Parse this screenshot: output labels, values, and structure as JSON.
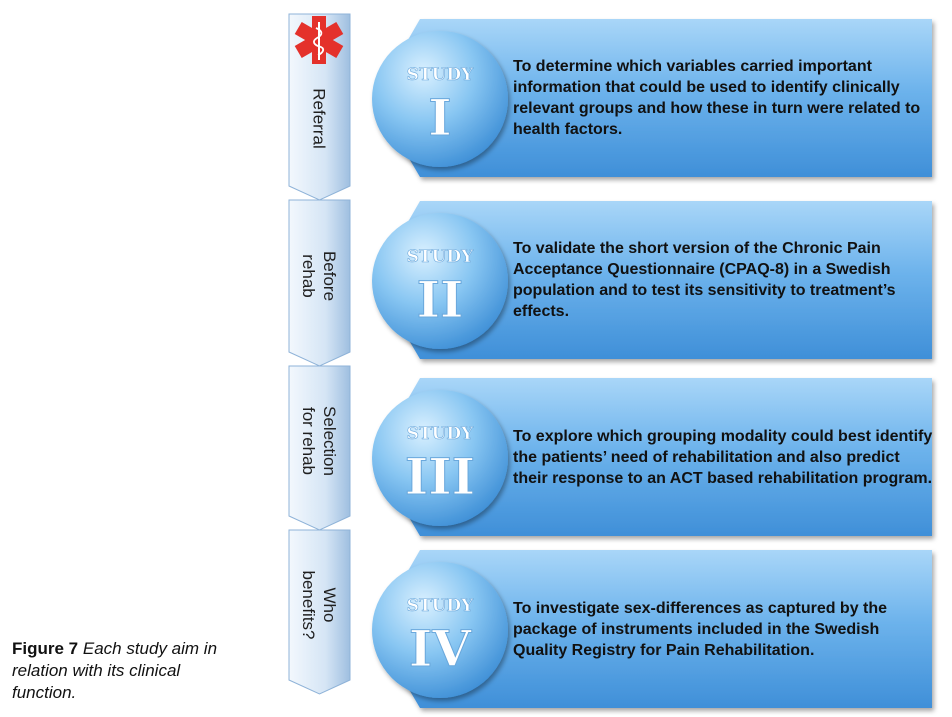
{
  "caption": {
    "figure_label": "Figure 7",
    "text": "Each study aim in relation with its clinical function."
  },
  "tabs": [
    {
      "label_lines": [
        "Referral"
      ]
    },
    {
      "label_lines": [
        "Before",
        "rehab"
      ]
    },
    {
      "label_lines": [
        "Selection",
        "for rehab"
      ]
    },
    {
      "label_lines": [
        "Who",
        "benefits?"
      ]
    }
  ],
  "studies": [
    {
      "word": "STUDY",
      "numeral": "I",
      "aim": "To determine which variables carried important information that could be used to identify clinically relevant groups and how these in turn were related to health factors."
    },
    {
      "word": "STUDY",
      "numeral": "II",
      "aim": "To validate the short version of the Chronic Pain Acceptance Questionnaire (CPAQ-8) in a Swedish population and to test its sensitivity to treatment’s effects."
    },
    {
      "word": "STUDY",
      "numeral": "III",
      "aim": "To explore which grouping modality could  best identify the patients’ need of rehabilitation and also predict their response to an ACT based rehabilitation program."
    },
    {
      "word": "STUDY",
      "numeral": "IV",
      "aim": "To investigate sex-differences as captured by the package of instruments included in the Swedish Quality Registry for Pain Rehabilitation."
    }
  ],
  "icons": {
    "medical": "star-of-life-icon"
  },
  "colors": {
    "arrow_dark": "#3f8fd8",
    "arrow_light": "#bfe2fb",
    "circle_dark": "#4aa0e6",
    "circle_light": "#d9f0ff",
    "tab_light": "#e2eefa",
    "tab_dark": "#9fbfe0",
    "star_of_life": "#e4312b"
  }
}
